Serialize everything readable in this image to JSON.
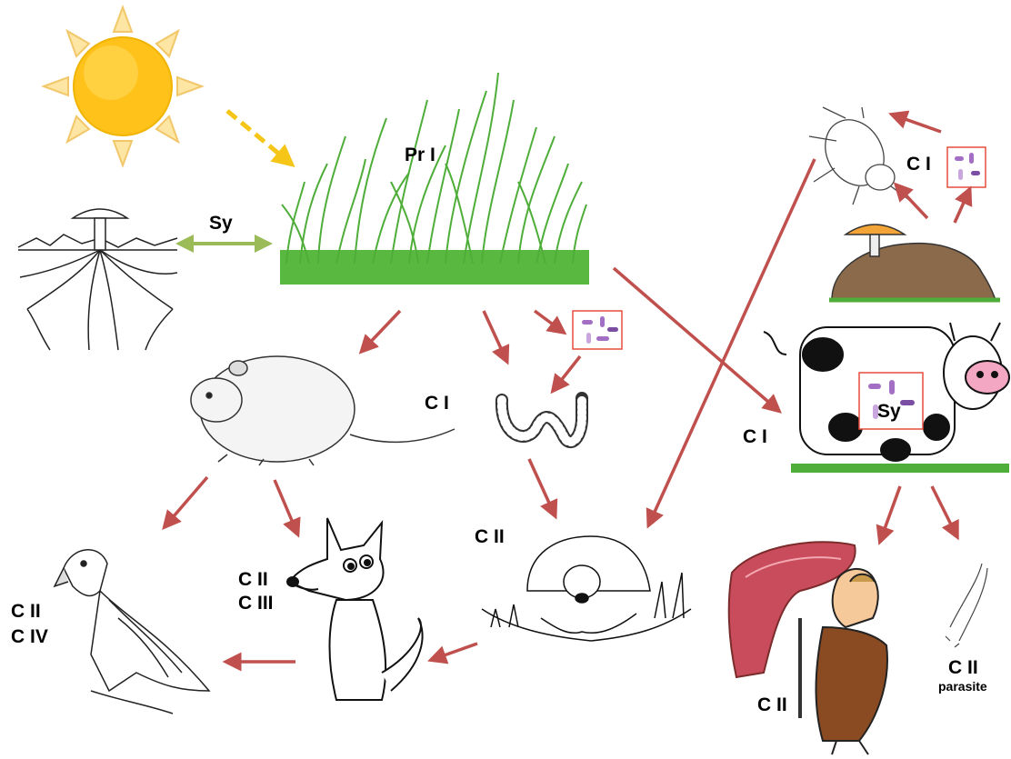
{
  "labels": {
    "producer": "Pr I",
    "symbiosis_left": "Sy",
    "vole_level": "C I",
    "cow_level": "C I",
    "beetle_level": "C I",
    "cow_symbiosis": "Sy",
    "mole_level": "C II",
    "fox_level_1": "C II",
    "fox_level_2": "C III",
    "eagle_level_1": "C II",
    "eagle_level_2": "C IV",
    "human_level": "C II",
    "parasite_level": "C II",
    "parasite_note": "parasite"
  },
  "colors": {
    "arrow": "#c0504d",
    "symbiosis_arrow": "#9bbb59",
    "sunlight_arrow": "#f5c518",
    "grass": "#4fae3a",
    "sun": "#ffc21a",
    "bacteria_border": "#e74c3c",
    "bacteria": "#a36fc4"
  },
  "icons": [
    "sun-icon",
    "grass-icon",
    "mushroom-roots-icon",
    "vole-icon",
    "worm-icon",
    "bacteria-icon",
    "cow-icon",
    "dung-icon",
    "beetle-icon",
    "eagle-icon",
    "fox-icon",
    "mole-icon",
    "meat-icon",
    "caveman-icon",
    "parasite-worm-icon"
  ]
}
